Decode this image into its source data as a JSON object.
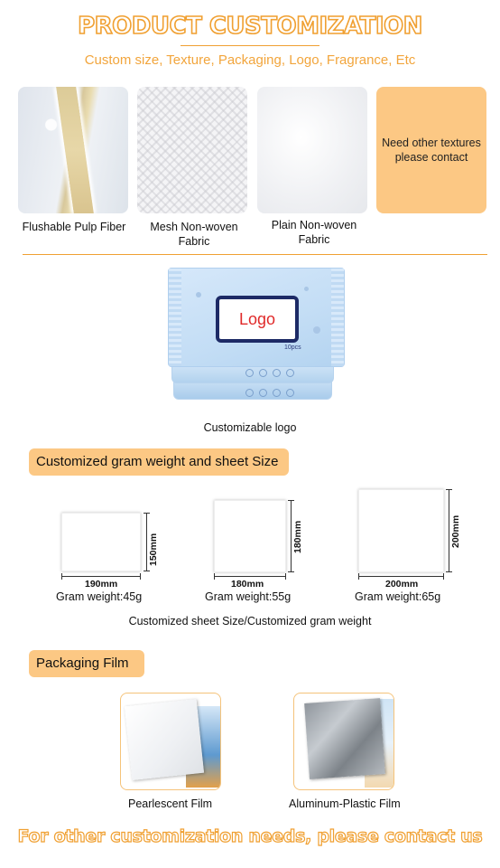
{
  "header": {
    "title": "PRODUCT CUSTOMIZATION",
    "subtitle": "Custom size, Texture, Packaging, Logo, Fragrance, Etc"
  },
  "textures": [
    {
      "label": "Flushable Pulp Fiber"
    },
    {
      "label": "Mesh Non-woven Fabric"
    },
    {
      "label": "Plain Non-woven Fabric"
    },
    {
      "label": "Need other textures please contact"
    }
  ],
  "packaging_sample": {
    "logo_text": "Logo",
    "pcs_text": "10pcs",
    "caption": "Customizable logo"
  },
  "sheet_section": {
    "tag": "Customized gram weight and sheet Size",
    "sheets": [
      {
        "width_label": "190mm",
        "height_label": "150mm",
        "gram": "Gram weight:45g"
      },
      {
        "width_label": "180mm",
        "height_label": "180mm",
        "gram": "Gram weight:55g"
      },
      {
        "width_label": "200mm",
        "height_label": "200mm",
        "gram": "Gram weight:65g"
      }
    ],
    "caption": "Customized sheet Size/Customized gram weight"
  },
  "film_section": {
    "tag": "Packaging Film",
    "films": [
      {
        "label": "Pearlescent Film"
      },
      {
        "label": "Aluminum-Plastic  Film"
      }
    ]
  },
  "footer": {
    "text": "For other customization needs, please contact us"
  },
  "colors": {
    "accent": "#f0a032",
    "tag_bg": "#fcc884",
    "logo_border": "#1d2a66",
    "logo_text": "#e02a2a"
  }
}
